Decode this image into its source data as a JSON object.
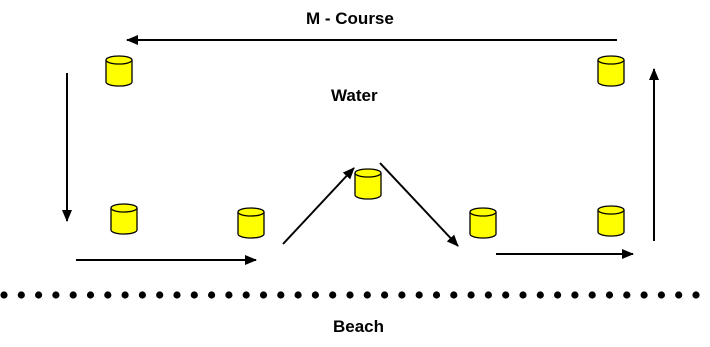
{
  "diagram": {
    "title": "M - Course",
    "water_label": "Water",
    "beach_label": "Beach",
    "colors": {
      "buoy_fill": "#FFFF00",
      "buoy_stroke": "#000000",
      "arrow": "#000000",
      "shoreline_dots": "#000000"
    },
    "buoy_count": 7,
    "shoreline": "dotted line"
  }
}
